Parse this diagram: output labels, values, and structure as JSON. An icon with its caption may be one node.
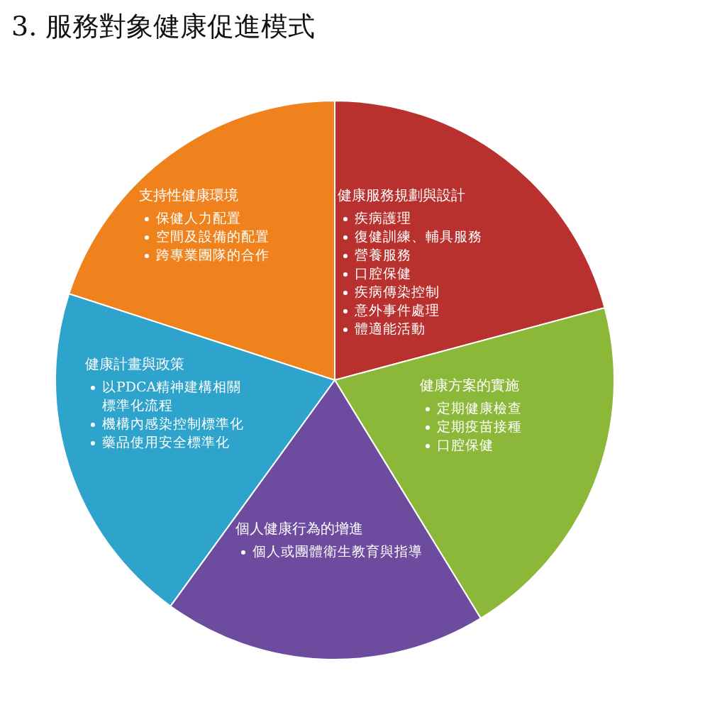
{
  "diagram": {
    "title": "3. 服務對象健康促進模式",
    "nodes": [
      {
        "text": [
          "支持性健康環境",
          "保健人力配置",
          "空間及設備的配置",
          "跨專業團隊的合作"
        ]
      },
      {
        "text": [
          "健康服務規劃與設計",
          "疾病護理",
          "復健訓練、輔具服務",
          "營養服務",
          "口腔保健",
          "疾病傳染控制",
          "意外事件處理",
          "體適能活動"
        ]
      },
      {
        "text": [
          "健康計畫與政策",
          "以PDCA精神建構相關標準化流程",
          "機構內感染控制標準化",
          "藥品使用安全標準化"
        ]
      },
      {
        "text": [
          "健康方案的實施",
          "定期健康檢查",
          "定期疫苗接種",
          "口腔保健"
        ]
      },
      {
        "text": [
          "個人健康行為的增進",
          "個人或團體衛生教育與指導"
        ]
      }
    ]
  }
}
